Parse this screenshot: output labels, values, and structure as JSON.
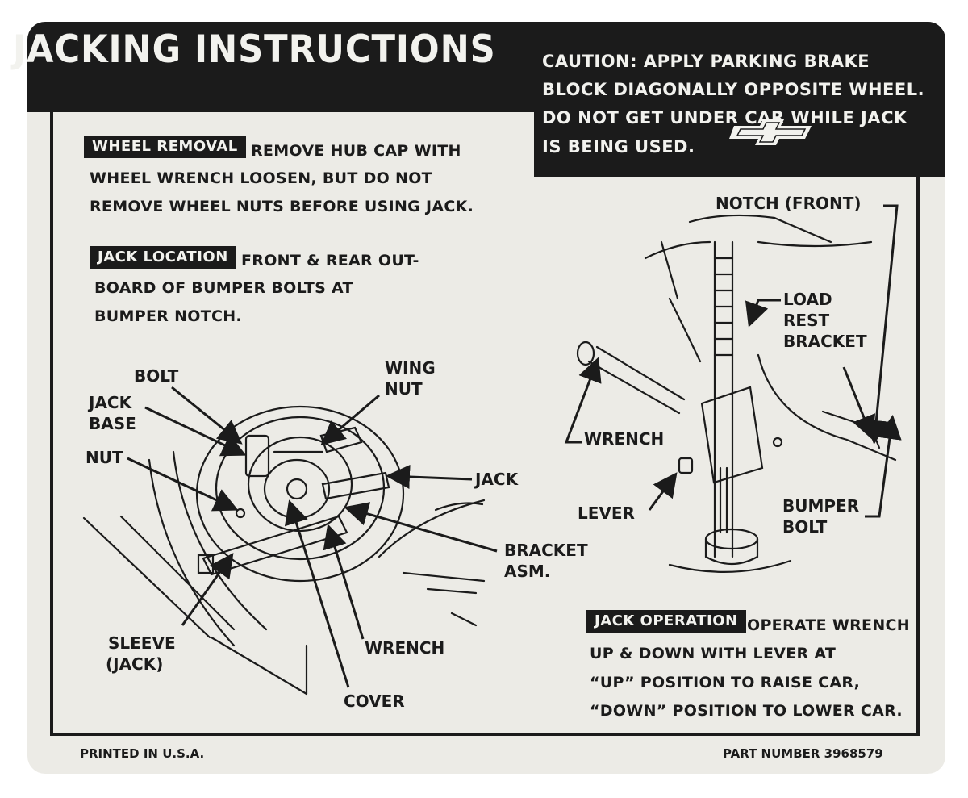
{
  "title": "JACKING INSTRUCTIONS",
  "caution": {
    "lines": [
      "CAUTION: APPLY PARKING BRAKE",
      "BLOCK DIAGONALLY OPPOSITE WHEEL.",
      "DO NOT GET UNDER CAR WHILE JACK",
      "IS BEING USED."
    ],
    "logo_icon": "bowtie-emblem-icon"
  },
  "wheel_removal": {
    "tag": "WHEEL REMOVAL",
    "lines": [
      "REMOVE HUB CAP WITH",
      "WHEEL WRENCH LOOSEN, BUT DO NOT",
      "REMOVE WHEEL NUTS BEFORE USING JACK."
    ]
  },
  "jack_location": {
    "tag": "JACK LOCATION",
    "lines": [
      "FRONT & REAR OUT-",
      "BOARD OF BUMPER BOLTS AT",
      "BUMPER NOTCH."
    ]
  },
  "jack_operation": {
    "tag": "JACK OPERATION",
    "lines": [
      "OPERATE WRENCH",
      "UP & DOWN WITH LEVER AT",
      "“UP” POSITION TO RAISE CAR,",
      "“DOWN” POSITION TO LOWER CAR."
    ]
  },
  "left_diagram": {
    "labels": {
      "bolt": "BOLT",
      "jack_base": [
        "JACK",
        "BASE"
      ],
      "nut": "NUT",
      "wing_nut": [
        "WING",
        "NUT"
      ],
      "jack": "JACK",
      "bracket_asm": [
        "BRACKET",
        "ASM."
      ],
      "sleeve": [
        "SLEEVE",
        "(JACK)"
      ],
      "wrench": "WRENCH",
      "cover": "COVER"
    }
  },
  "right_diagram": {
    "labels": {
      "notch": "NOTCH (FRONT)",
      "load_rest_bracket": [
        "LOAD",
        "REST",
        "BRACKET"
      ],
      "wrench": "WRENCH",
      "lever": "LEVER",
      "bumper_bolt": [
        "BUMPER",
        "BOLT"
      ]
    }
  },
  "footer": {
    "printed": "PRINTED IN U.S.A.",
    "part_number": "PART NUMBER 3968579"
  }
}
